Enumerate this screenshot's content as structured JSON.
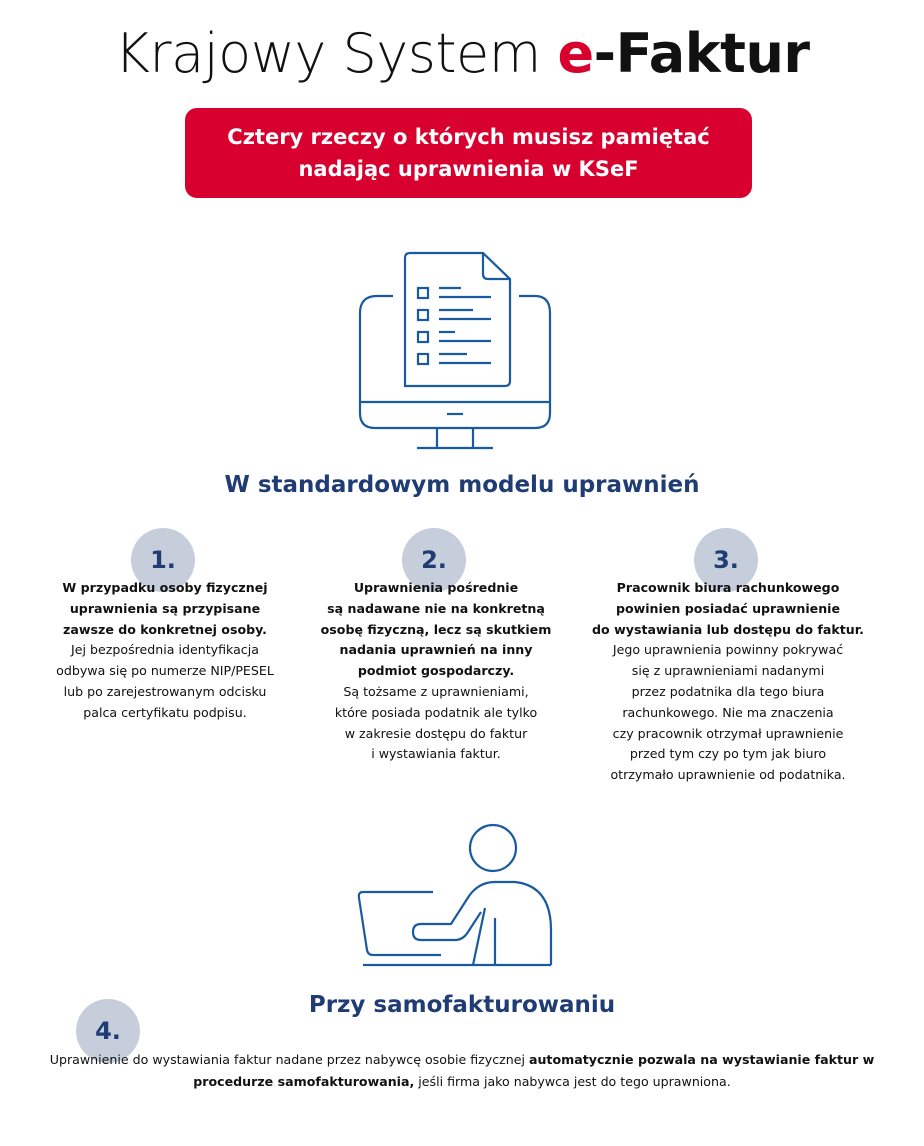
{
  "header": {
    "title_prefix": "Krajowy System ",
    "title_e": "e",
    "title_suffix": "-Faktur",
    "banner_line1": "Cztery rzeczy o których musisz pamiętać",
    "banner_line2": "nadając uprawnienia w KSeF"
  },
  "section1": {
    "icon": "monitor-document-checklist-icon",
    "heading": "W standardowym modelu uprawnień",
    "items": [
      {
        "number": "1.",
        "bold_lines": [
          "W przypadku osoby fizycznej",
          "uprawnienia są przypisane",
          "zawsze do konkretnej osoby."
        ],
        "lines": [
          "Jej bezpośrednia identyfikacja",
          "odbywa się po numerze NIP/PESEL",
          "lub po zarejestrowanym odcisku",
          "palca certyfikatu podpisu."
        ]
      },
      {
        "number": "2.",
        "bold_lines": [
          "Uprawnienia pośrednie",
          "są nadawane nie na konkretną",
          "osobę fizyczną, lecz są skutkiem",
          "nadania uprawnień na inny",
          "podmiot gospodarczy."
        ],
        "lines": [
          "Są tożsame z uprawnieniami,",
          "które posiada podatnik ale tylko",
          "w zakresie dostępu do faktur",
          "i wystawiania faktur."
        ]
      },
      {
        "number": "3.",
        "bold_lines": [
          "Pracownik biura rachunkowego",
          "powinien posiadać uprawnienie",
          "do wystawiania lub dostępu do faktur."
        ],
        "lines": [
          "Jego uprawnienia powinny pokrywać",
          "się z uprawnieniami nadanymi",
          "przez podatnika dla tego biura",
          "rachunkowego. Nie ma znaczenia",
          "czy pracownik otrzymał uprawnienie",
          "przed tym czy po tym jak biuro",
          "otrzymało uprawnienie od podatnika."
        ]
      }
    ]
  },
  "section2": {
    "icon": "person-at-laptop-icon",
    "heading": "Przy samofakturowaniu",
    "number": "4.",
    "text_part1": "Uprawnienie do wystawiania faktur nadane przez nabywcę osobie fizycznej ",
    "text_bold": "automatycznie pozwala na wystawianie faktur w procedurze samofakturowania,",
    "text_part2": " jeśli firma jako nabywca jest do tego uprawniona."
  },
  "colors": {
    "accent_red": "#d7002e",
    "navy": "#1f3c74",
    "circle": "#c6cedb",
    "icon_blue": "#1a5aa0"
  }
}
